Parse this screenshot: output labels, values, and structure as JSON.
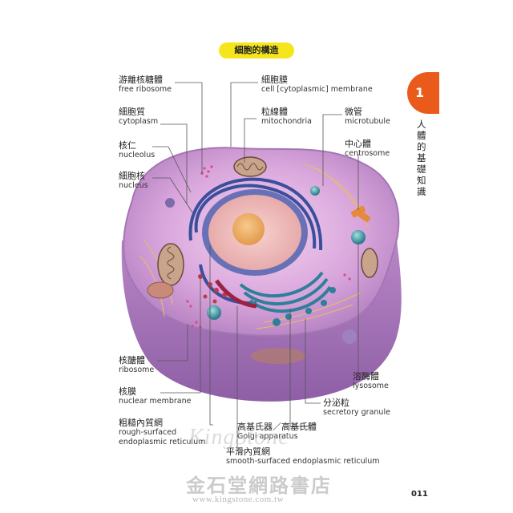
{
  "title": "細胞的構造",
  "labels": {
    "free_ribosome": {
      "zh": "游離核糖體",
      "en": "free ribosome"
    },
    "cytoplasm": {
      "zh": "細胞質",
      "en": "cytoplasm"
    },
    "nucleolus": {
      "zh": "核仁",
      "en": "nucleolus"
    },
    "nucleus": {
      "zh": "細胞核",
      "en": "nucleus"
    },
    "cell_membrane": {
      "zh": "細胞膜",
      "en": "cell [cytoplasmic] membrane"
    },
    "mitochondria": {
      "zh": "粒線體",
      "en": "mitochondria"
    },
    "microtubule": {
      "zh": "微管",
      "en": "microtubule"
    },
    "centrosome": {
      "zh": "中心體",
      "en": "centrosome"
    },
    "ribosome": {
      "zh": "核醣體",
      "en": "ribosome"
    },
    "nuclear_membrane": {
      "zh": "核膜",
      "en": "nuclear membrane"
    },
    "rough_er": {
      "zh": "粗糙內質網",
      "en1": "rough-surfaced",
      "en2": "endoplasmic reticulum"
    },
    "lysosome": {
      "zh": "溶酶體",
      "en": "lysosome"
    },
    "secretory_granule": {
      "zh": "分泌粒",
      "en": "secretory granule"
    },
    "golgi": {
      "zh": "高基氏器／高基氏體",
      "en": "Golgi apparatus"
    },
    "smooth_er": {
      "zh": "平滑內質網",
      "en": "smooth-surfaced endoplasmic reticulum"
    }
  },
  "side_tab": {
    "number": "1",
    "text": "人體的基礎知識"
  },
  "page_number": "011",
  "watermark": {
    "line1": "KingStone",
    "line2": "金石堂網路書店",
    "line3": "www.kingstone.com.tw"
  }
}
